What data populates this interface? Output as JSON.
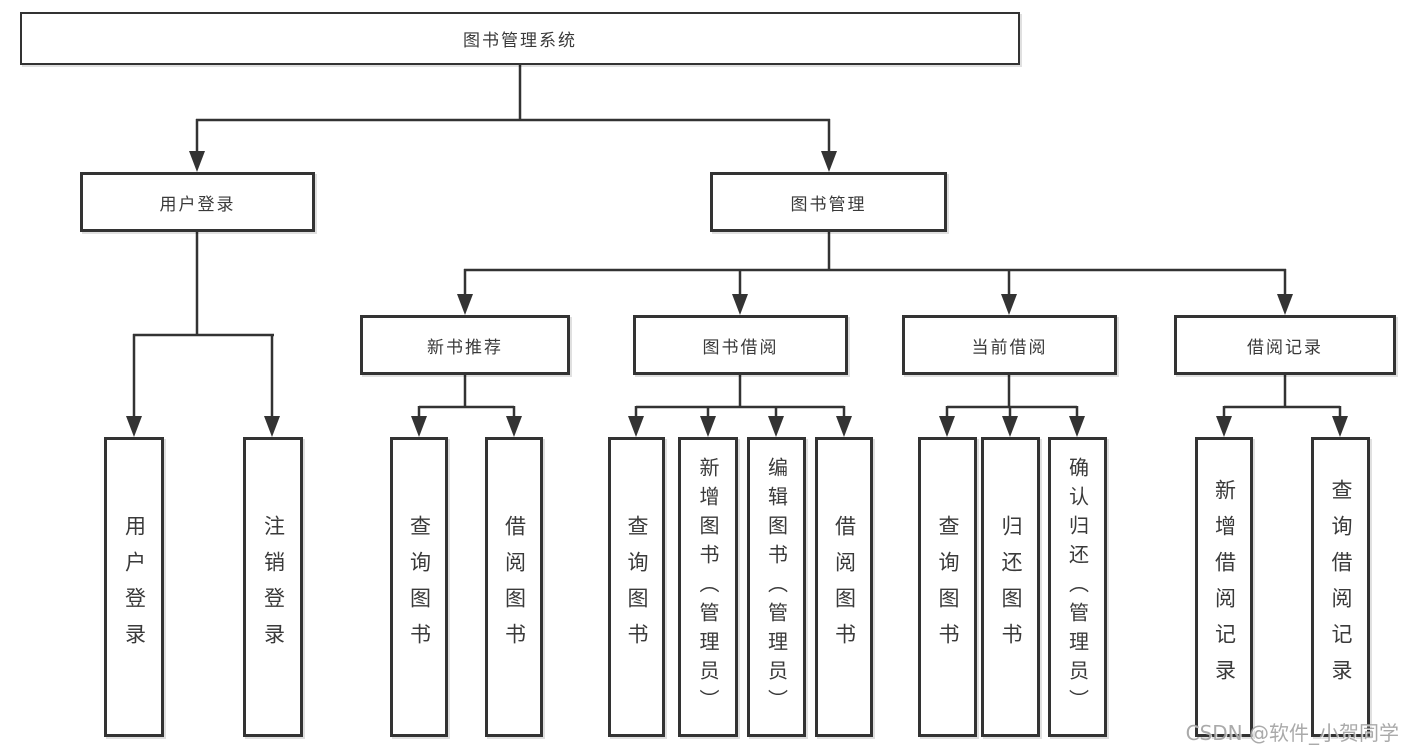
{
  "diagram": {
    "root": {
      "label": "图书管理系统"
    },
    "level2": [
      {
        "label": "用户登录"
      },
      {
        "label": "图书管理"
      }
    ],
    "level3": [
      {
        "label": "新书推荐"
      },
      {
        "label": "图书借阅"
      },
      {
        "label": "当前借阅"
      },
      {
        "label": "借阅记录"
      }
    ],
    "leaves": [
      {
        "label": "用户登录"
      },
      {
        "label": "注销登录"
      },
      {
        "label": "查询图书"
      },
      {
        "label": "借阅图书"
      },
      {
        "label": "查询图书"
      },
      {
        "label": "新增图书（管理员）"
      },
      {
        "label": "编辑图书（管理员）"
      },
      {
        "label": "借阅图书"
      },
      {
        "label": "查询图书"
      },
      {
        "label": "归还图书"
      },
      {
        "label": "确认归还（管理员）"
      },
      {
        "label": "新增借阅记录"
      },
      {
        "label": "查询借阅记录"
      }
    ]
  },
  "watermark": {
    "text": "CSDN @软件_小贺同学"
  },
  "colors": {
    "line": "#333333",
    "box_border": "#333333",
    "text": "#3a3a3a",
    "background": "#ffffff",
    "watermark": "#9e9e9e"
  }
}
